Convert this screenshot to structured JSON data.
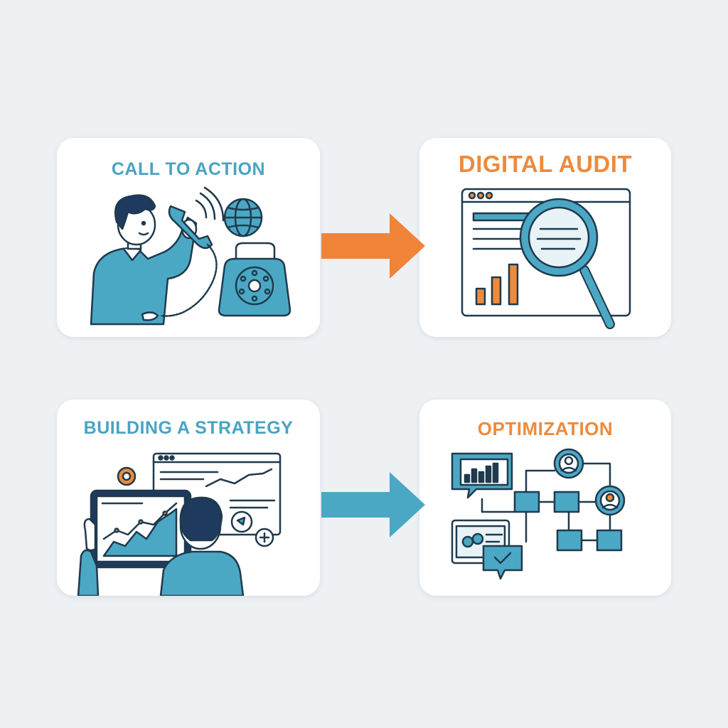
{
  "steps": [
    {
      "title": "CALL TO ACTION",
      "color": "#4aa3c2"
    },
    {
      "title": "DIGITAL AUDIT",
      "color": "#ef8a3c"
    },
    {
      "title": "BUILDING A STRATEGY",
      "color": "#4aa3c2"
    },
    {
      "title": "OPTIMIZATION",
      "color": "#ef8a3c"
    }
  ],
  "arrows": [
    {
      "color": "#f08438"
    },
    {
      "color": "#4aa8c4"
    }
  ],
  "palette": {
    "outline": "#1f3a4d",
    "teal": "#4ba8c5",
    "navy": "#1f3a5f",
    "orange": "#ee8a3a",
    "paper": "#ffffff",
    "light": "#e8f3f8"
  }
}
